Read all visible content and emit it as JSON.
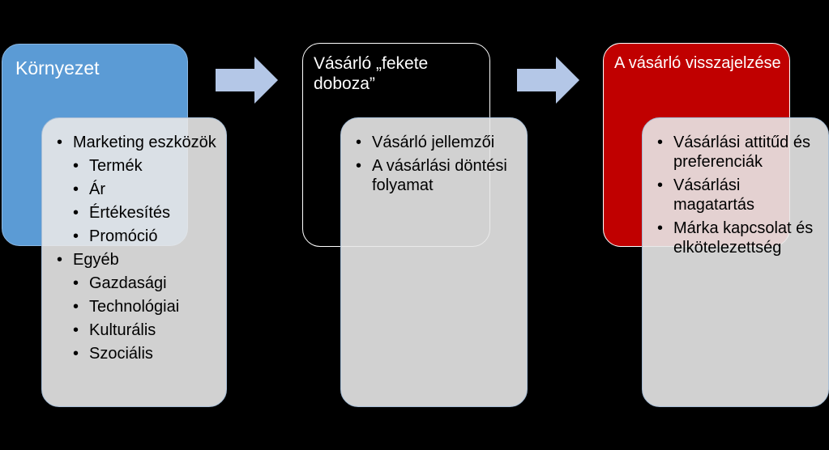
{
  "stages": [
    {
      "title": "Környezet"
    },
    {
      "title": "Vásárló „fekete doboza”"
    },
    {
      "title": "A vásárló visszajelzése"
    }
  ],
  "cards": [
    {
      "items": [
        {
          "text": "Marketing eszközök",
          "level": 1
        },
        {
          "text": "Termék",
          "level": 2
        },
        {
          "text": "Ár",
          "level": 2
        },
        {
          "text": "Értékesítés",
          "level": 2
        },
        {
          "text": "Promóció",
          "level": 2
        },
        {
          "text": "Egyéb",
          "level": 1
        },
        {
          "text": "Gazdasági",
          "level": 2
        },
        {
          "text": "Technológiai",
          "level": 2
        },
        {
          "text": "Kulturális",
          "level": 2
        },
        {
          "text": "Szociális",
          "level": 2
        }
      ]
    },
    {
      "items": [
        {
          "text": "Vásárló jellemzői",
          "level": 1
        },
        {
          "text": "A vásárlási döntési folyamat",
          "level": 1
        }
      ]
    },
    {
      "items": [
        {
          "text": "Vásárlási attitűd és preferenciák",
          "level": 1
        },
        {
          "text": "Vásárlási magatartás",
          "level": 1
        },
        {
          "text": "Márka kapcsolat és elkötelezettség",
          "level": 1
        }
      ]
    }
  ],
  "colors": {
    "background": "#000000",
    "stage1": "#5b9bd5",
    "stage2": "#000000",
    "stage3": "#c00000",
    "card": "#e8e8e8",
    "arrow": "#b4c7e7"
  }
}
